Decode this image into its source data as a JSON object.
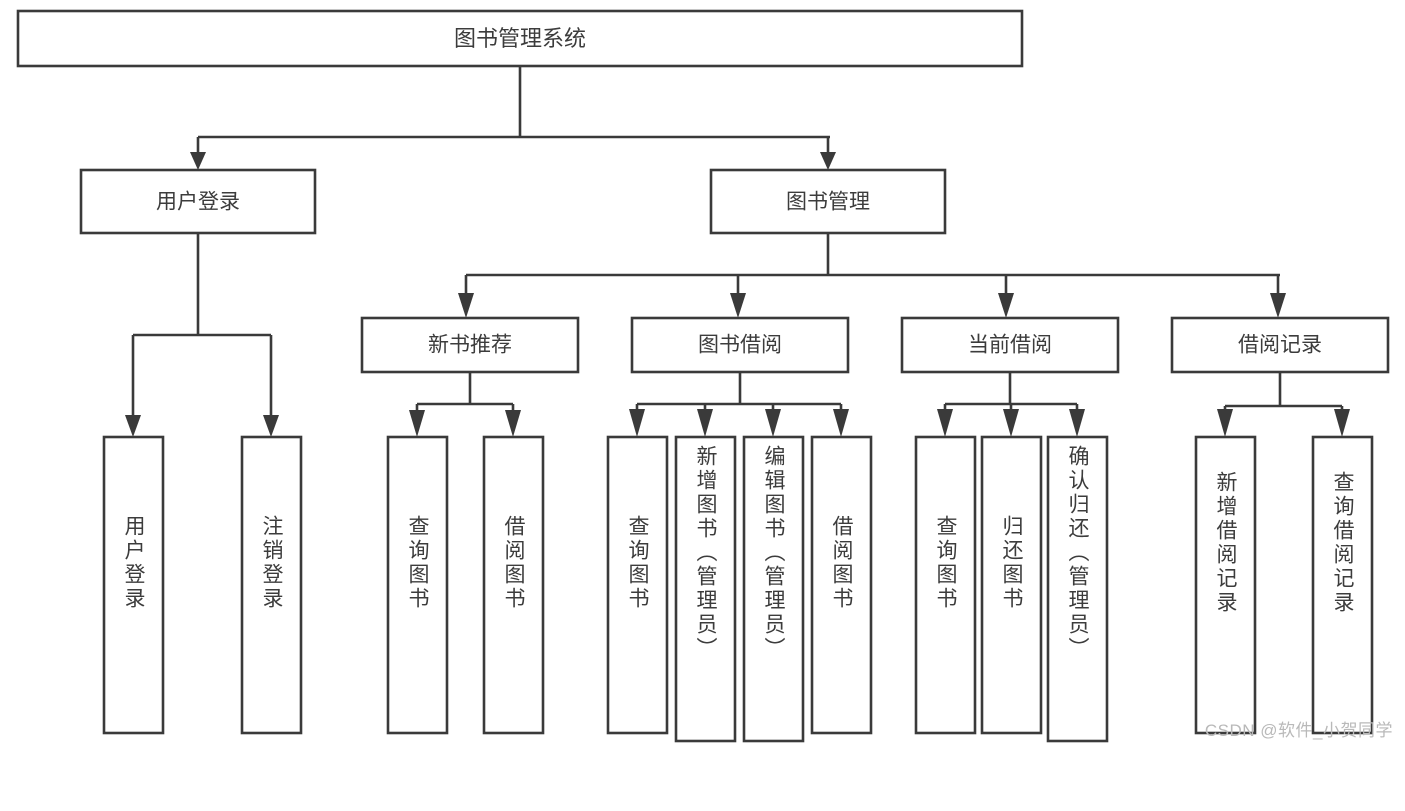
{
  "diagram": {
    "kind": "system-function-tree",
    "root": {
      "id": "root",
      "label": "图书管理系统"
    },
    "level2": [
      {
        "id": "user-login",
        "label": "用户登录"
      },
      {
        "id": "book-manage",
        "label": "图书管理"
      }
    ],
    "level3": [
      {
        "id": "new-book-rec",
        "label": "新书推荐",
        "parent": "book-manage"
      },
      {
        "id": "book-borrow",
        "label": "图书借阅",
        "parent": "book-manage"
      },
      {
        "id": "current-borrow",
        "label": "当前借阅",
        "parent": "book-manage"
      },
      {
        "id": "borrow-record",
        "label": "借阅记录",
        "parent": "book-manage"
      }
    ],
    "leaves": [
      {
        "id": "leaf-user-login",
        "label": "用户登录",
        "parent": "user-login"
      },
      {
        "id": "leaf-logout-login",
        "label": "注销登录",
        "parent": "user-login"
      },
      {
        "id": "leaf-query-book-rec",
        "label": "查询图书",
        "parent": "new-book-rec"
      },
      {
        "id": "leaf-borrow-book-rec",
        "label": "借阅图书",
        "parent": "new-book-rec"
      },
      {
        "id": "leaf-query-book-borrow",
        "label": "查询图书",
        "parent": "book-borrow"
      },
      {
        "id": "leaf-add-book",
        "label": "新增图书（管理员）",
        "parent": "book-borrow"
      },
      {
        "id": "leaf-edit-book",
        "label": "编辑图书（管理员）",
        "parent": "book-borrow"
      },
      {
        "id": "leaf-borrow-book",
        "label": "借阅图书",
        "parent": "book-borrow"
      },
      {
        "id": "leaf-query-book-cur",
        "label": "查询图书",
        "parent": "current-borrow"
      },
      {
        "id": "leaf-return-book",
        "label": "归还图书",
        "parent": "current-borrow"
      },
      {
        "id": "leaf-confirm-return",
        "label": "确认归还（管理员）",
        "parent": "current-borrow"
      },
      {
        "id": "leaf-add-record",
        "label": "新增借阅记录",
        "parent": "borrow-record"
      },
      {
        "id": "leaf-query-record",
        "label": "查询借阅记录",
        "parent": "borrow-record"
      }
    ],
    "colors": {
      "stroke": "#3a3a3a",
      "text": "#3c3c3c",
      "background": "#ffffff",
      "watermark": "#b9b9b9"
    }
  },
  "watermark": {
    "text": "CSDN @软件_小贺同学"
  }
}
